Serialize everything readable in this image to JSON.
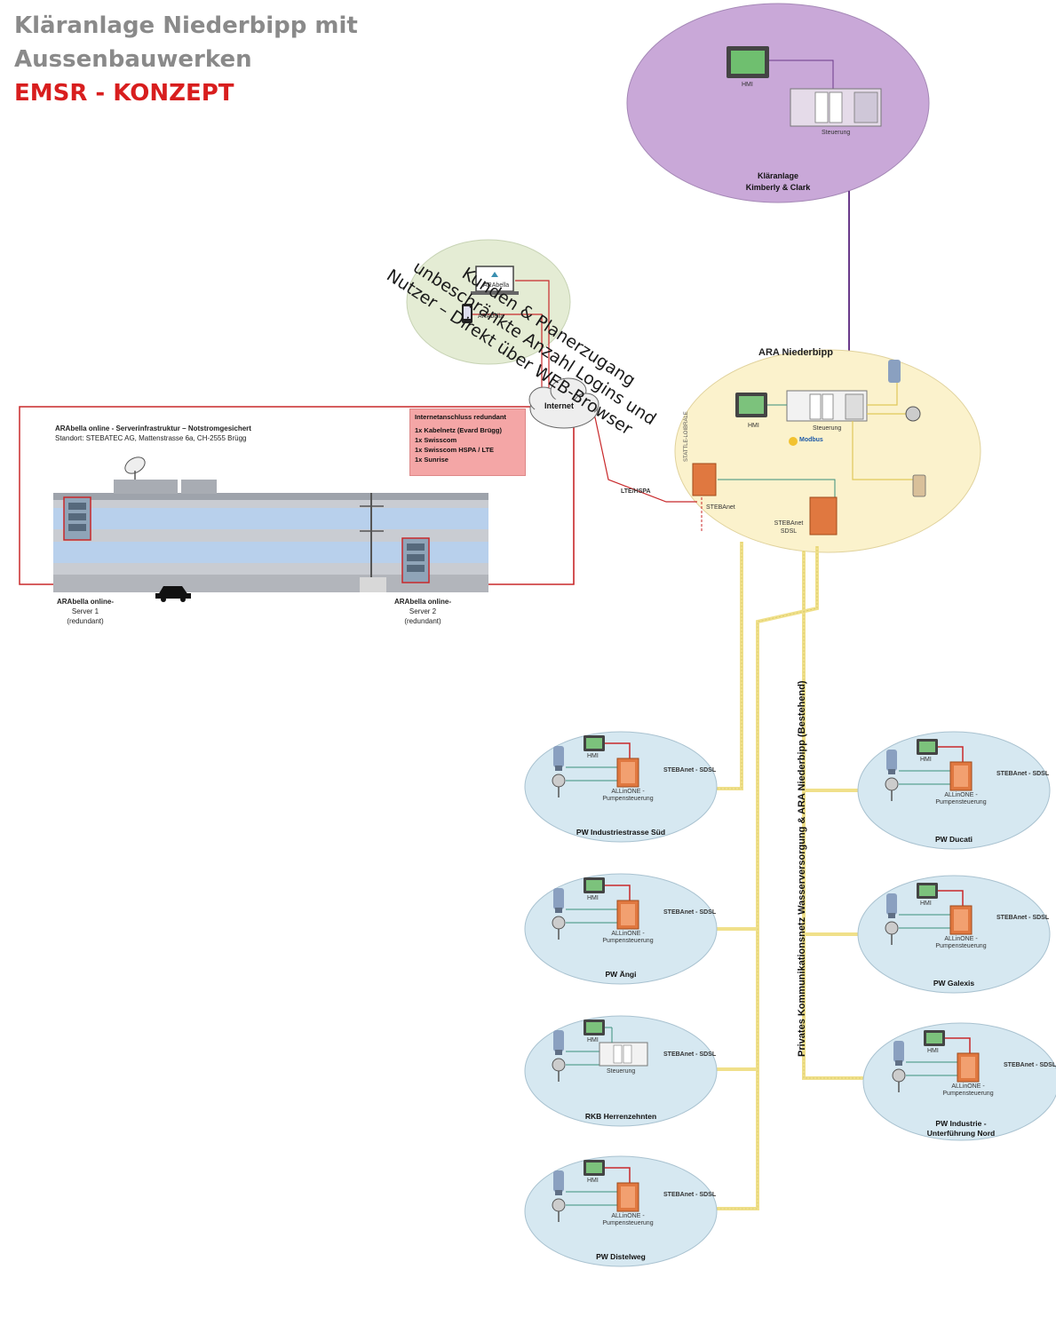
{
  "title": {
    "line1": "Kläranlage Niederbipp mit",
    "line2": "Aussenbauwerken",
    "line3": "EMSR - KONZEPT"
  },
  "colors": {
    "title_gray": "#8a8a8a",
    "title_red": "#d81e1e",
    "kimberly_fill": "#c9a8d8",
    "ara_fill": "#fbf2cc",
    "access_fill": "#e4ecd4",
    "pw_fill": "#d6e8f1",
    "server_line": "#c8282a",
    "yellow_line": "#f0e08a",
    "purple_line": "#6a3a8a"
  },
  "access_note": {
    "line1": "Kunden & Planerzugang",
    "line2": "unbeschränkte Anzahl Logins und",
    "line3": "Nutzer – Direkt über WEB-Browser"
  },
  "kimberly": {
    "hmi": "HMI",
    "control": "Steuerung",
    "name_line1": "Kläranlage",
    "name_line2": "Kimberly & Clark"
  },
  "access": {
    "laptop_brand": "ARAbella",
    "phone_label": "ARAbella"
  },
  "internet": {
    "label": "Internet",
    "lte": "LTE/HSPA"
  },
  "server_infra": {
    "title": "ARAbella online - Serverinfrastruktur – Notstromgesichert",
    "location": "Standort: STEBATEC AG, Mattenstrasse 6a, CH-2555 Brügg",
    "server1_line1": "ARAbella online-",
    "server1_line2": "Server 1",
    "server1_line3": "(redundant)",
    "server2_line1": "ARAbella online-",
    "server2_line2": "Server 2",
    "server2_line3": "(redundant)"
  },
  "internet_box": {
    "title": "Internetanschluss redundant",
    "items": [
      "1x Kabelnetz (Evard Brügg)",
      "1x Swisscom",
      "1x Swisscom HSPA / LTE",
      "1x Sunrise"
    ]
  },
  "ara": {
    "title": "ARA Niederbipp",
    "hmi": "HMI",
    "control": "Steuerung",
    "modbus": "Modbus",
    "stebanet": "STEBAnet",
    "stebanet_sdsl_line1": "STEBAnet",
    "stebanet_sdsl_line2": "SDSL",
    "vertical_small": "STATTLE-LOIBRALE"
  },
  "network_label": "Privates Kommunikationsnetz Wasserversorgung & ARA Niederbipp (Bestehend)",
  "stations_common": {
    "hmi": "HMI",
    "stebanet_sdsl": "STEBAnet -  SDSL",
    "allinone_line1": "ALLinONE -",
    "allinone_line2": "Pumpensteuerung",
    "control": "Steuerung"
  },
  "stations": [
    {
      "name": "PW Industriestrasse Süd"
    },
    {
      "name": "PW Ängi"
    },
    {
      "name": "RKB Herrenzehnten"
    },
    {
      "name": "PW Distelweg"
    },
    {
      "name": "PW Ducati"
    },
    {
      "name": "PW Galexis"
    },
    {
      "name_line1": "PW Industrie -",
      "name_line2": "Unterführung Nord"
    }
  ]
}
